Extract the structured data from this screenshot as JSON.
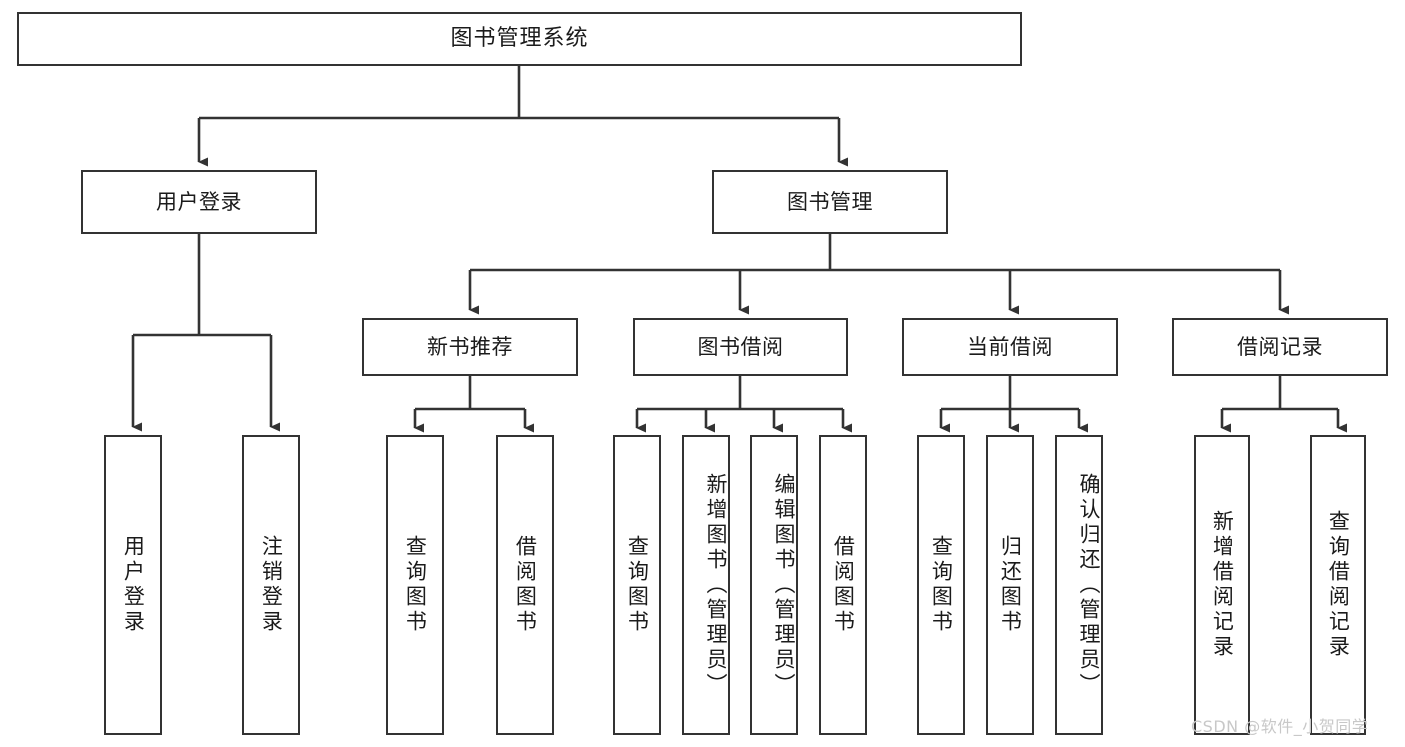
{
  "diagram": {
    "title": "图书管理系统",
    "type": "hierarchy-tree",
    "root": {
      "label": "图书管理系统"
    },
    "level2": [
      {
        "label": "用户登录"
      },
      {
        "label": "图书管理"
      }
    ],
    "level3": [
      {
        "label": "新书推荐"
      },
      {
        "label": "图书借阅"
      },
      {
        "label": "当前借阅"
      },
      {
        "label": "借阅记录"
      }
    ],
    "leaves": {
      "user_login": [
        {
          "label": "用户登录"
        },
        {
          "label": "注销登录"
        }
      ],
      "new_book_recommend": [
        {
          "label": "查询图书"
        },
        {
          "label": "借阅图书"
        }
      ],
      "book_borrow": [
        {
          "label": "查询图书"
        },
        {
          "label": "新增图书（管理员）"
        },
        {
          "label": "编辑图书（管理员）"
        },
        {
          "label": "借阅图书"
        }
      ],
      "current_borrow": [
        {
          "label": "查询图书"
        },
        {
          "label": "归还图书"
        },
        {
          "label": "确认归还（管理员）"
        }
      ],
      "borrow_record": [
        {
          "label": "新增借阅记录"
        },
        {
          "label": "查询借阅记录"
        }
      ]
    }
  },
  "watermark": {
    "text": "CSDN @软件_小贺同学"
  },
  "colors": {
    "border": "#333333",
    "text": "#1b1b1b",
    "background": "#ffffff",
    "edge": "#333333",
    "watermark": "#c8c8c8"
  }
}
